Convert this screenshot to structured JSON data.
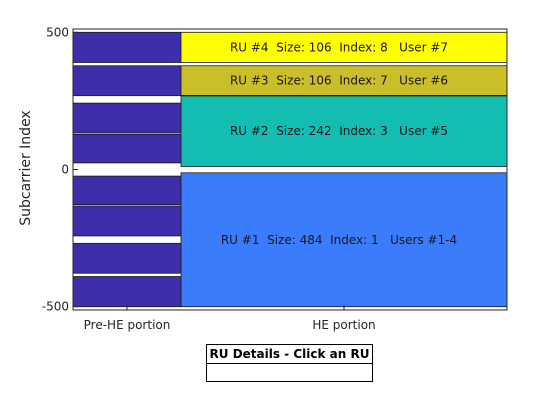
{
  "chart_data": {
    "type": "bar",
    "ylabel": "Subcarrier Index",
    "xlabel": "",
    "ylim": [
      -512,
      512
    ],
    "yticks": [
      {
        "value": 500,
        "label": "500"
      },
      {
        "value": 0,
        "label": "0"
      },
      {
        "value": -500,
        "label": "-500"
      }
    ],
    "categories": [
      "Pre-HE portion",
      "HE portion"
    ],
    "pre_he_segments": [
      {
        "lo": 390,
        "hi": 500
      },
      {
        "lo": 269,
        "hi": 378
      },
      {
        "lo": 133,
        "hi": 242
      },
      {
        "lo": 24,
        "hi": 128
      },
      {
        "lo": -128,
        "hi": -24
      },
      {
        "lo": -242,
        "hi": -133
      },
      {
        "lo": -378,
        "hi": -269
      },
      {
        "lo": -500,
        "hi": -390
      }
    ],
    "resource_units": [
      {
        "label": "RU #4  Size: 106  Index: 8   User #7",
        "size": 106,
        "index": 8,
        "lo": 390,
        "hi": 500,
        "color": "#ffff00"
      },
      {
        "label": "RU #3  Size: 106  Index: 7   User #6",
        "size": 106,
        "index": 7,
        "lo": 270,
        "hi": 378,
        "color": "#cabf2b"
      },
      {
        "label": "RU #2  Size: 242  Index: 3   User #5",
        "size": 242,
        "index": 3,
        "lo": 11,
        "hi": 268,
        "color": "#13bdb2"
      },
      {
        "label": "RU #1  Size: 484  Index: 1   Users #1-4",
        "size": 484,
        "index": 1,
        "lo": -500,
        "hi": -12,
        "color": "#3a7cfc"
      }
    ],
    "pre_he_color": "#3e2ea9"
  },
  "details_panel": {
    "title": "RU Details - Click an RU",
    "body": ""
  }
}
